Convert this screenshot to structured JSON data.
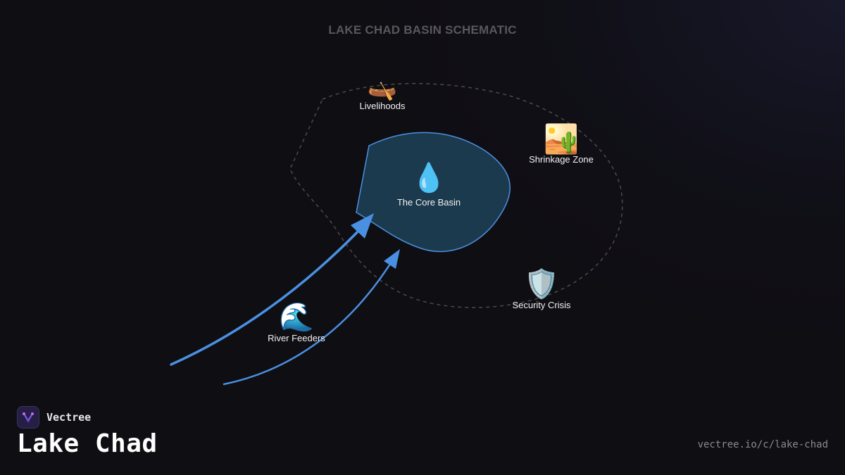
{
  "diagram": {
    "title": "LAKE CHAD BASIN SCHEMATIC",
    "nodes": [
      {
        "id": "core",
        "label": "The Core Basin",
        "icon": "water-droplet-icon",
        "glyph": "💧"
      },
      {
        "id": "livelihoods",
        "label": "Livelihoods",
        "icon": "canoe-icon",
        "glyph": "🛶"
      },
      {
        "id": "shrinkage",
        "label": "Shrinkage Zone",
        "icon": "desert-icon",
        "glyph": "🏜️"
      },
      {
        "id": "security",
        "label": "Security Crisis",
        "icon": "shield-icon",
        "glyph": "🛡️"
      },
      {
        "id": "rivers",
        "label": "River Feeders",
        "icon": "wave-icon",
        "glyph": "🌊"
      }
    ],
    "edges": [
      {
        "from": "rivers",
        "to": "core"
      },
      {
        "from": "rivers",
        "to": "core"
      }
    ],
    "colors": {
      "basin_fill": "#1c3a4e",
      "basin_stroke": "#4a90e2",
      "arrow": "#4a90e2",
      "outer_boundary": "#4a4a50"
    }
  },
  "brand": {
    "name": "Vectree"
  },
  "page": {
    "title": "Lake Chad",
    "url": "vectree.io/c/lake-chad"
  }
}
